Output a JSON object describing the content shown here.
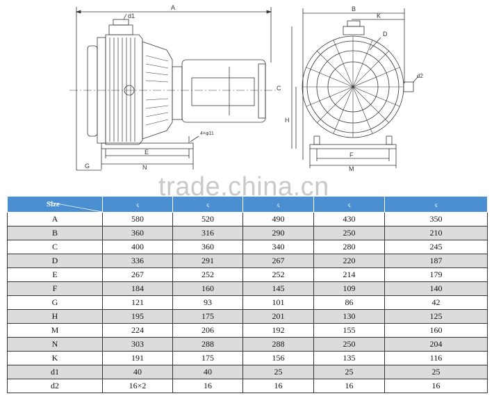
{
  "drawing": {
    "dim_labels": {
      "A": "A",
      "B": "B",
      "K": "K",
      "D": "D",
      "d1": "d1",
      "d2": "d2",
      "C": "C",
      "H": "H",
      "G": "G",
      "E": "E",
      "N": "N",
      "F": "F",
      "M": "M",
      "bolt": "4×φ11"
    }
  },
  "watermark": "trade.china.cn",
  "table": {
    "corner_label": "Size",
    "header_marks": [
      "ς",
      "ς",
      "ς",
      "ς",
      "ς"
    ],
    "rows": [
      {
        "label": "A",
        "values": [
          "580",
          "520",
          "490",
          "430",
          "350"
        ]
      },
      {
        "label": "B",
        "values": [
          "360",
          "316",
          "290",
          "250",
          "210"
        ]
      },
      {
        "label": "C",
        "values": [
          "400",
          "360",
          "340",
          "280",
          "245"
        ]
      },
      {
        "label": "D",
        "values": [
          "336",
          "291",
          "267",
          "220",
          "187"
        ]
      },
      {
        "label": "E",
        "values": [
          "267",
          "252",
          "252",
          "214",
          "179"
        ]
      },
      {
        "label": "F",
        "values": [
          "184",
          "160",
          "145",
          "109",
          "140"
        ]
      },
      {
        "label": "G",
        "values": [
          "121",
          "93",
          "101",
          "86",
          "42"
        ]
      },
      {
        "label": "H",
        "values": [
          "195",
          "175",
          "201",
          "130",
          "125"
        ]
      },
      {
        "label": "M",
        "values": [
          "224",
          "206",
          "192",
          "155",
          "160"
        ]
      },
      {
        "label": "N",
        "values": [
          "303",
          "288",
          "288",
          "250",
          "204"
        ]
      },
      {
        "label": "K",
        "values": [
          "191",
          "175",
          "156",
          "135",
          "116"
        ]
      },
      {
        "label": "d1",
        "values": [
          "40",
          "40",
          "25",
          "25",
          "25"
        ]
      },
      {
        "label": "d2",
        "values": [
          "16×2",
          "16",
          "16",
          "16",
          "16"
        ]
      }
    ]
  }
}
